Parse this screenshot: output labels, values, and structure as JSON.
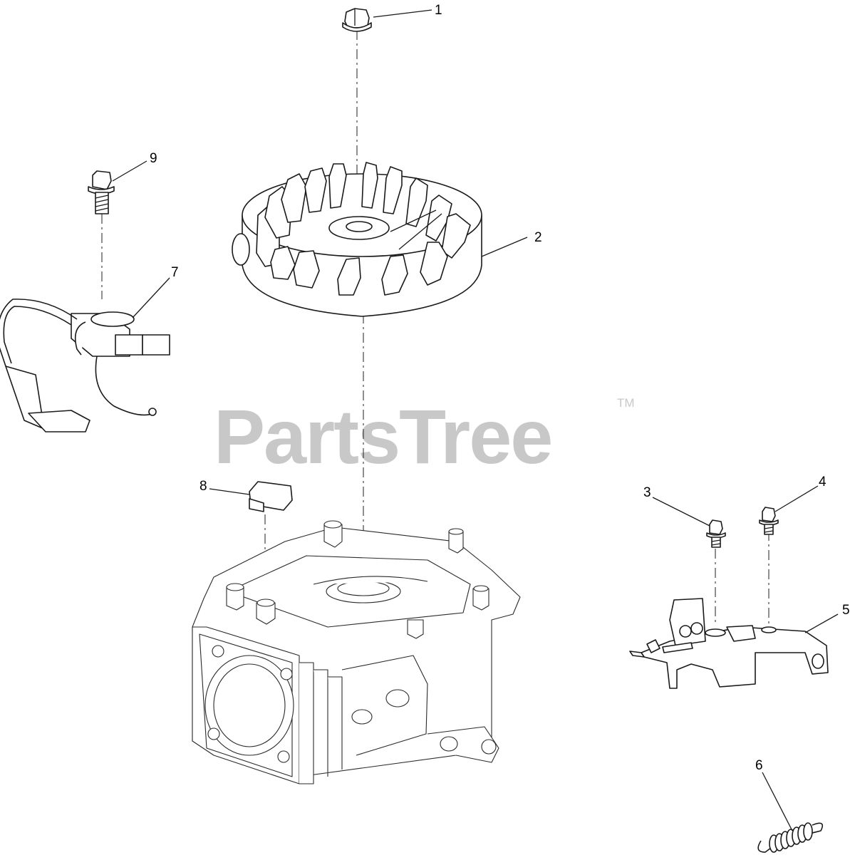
{
  "watermark": {
    "brand": "PartsTree",
    "trademark": "TM"
  },
  "callouts": [
    {
      "id": "1",
      "label": "1"
    },
    {
      "id": "2",
      "label": "2"
    },
    {
      "id": "3",
      "label": "3"
    },
    {
      "id": "4",
      "label": "4"
    },
    {
      "id": "5",
      "label": "5"
    },
    {
      "id": "6",
      "label": "6"
    },
    {
      "id": "7",
      "label": "7"
    },
    {
      "id": "8",
      "label": "8"
    },
    {
      "id": "9",
      "label": "9"
    }
  ],
  "colors": {
    "line": "#1a1a1a",
    "watermark": "#c8c8c8",
    "background": "#ffffff"
  }
}
